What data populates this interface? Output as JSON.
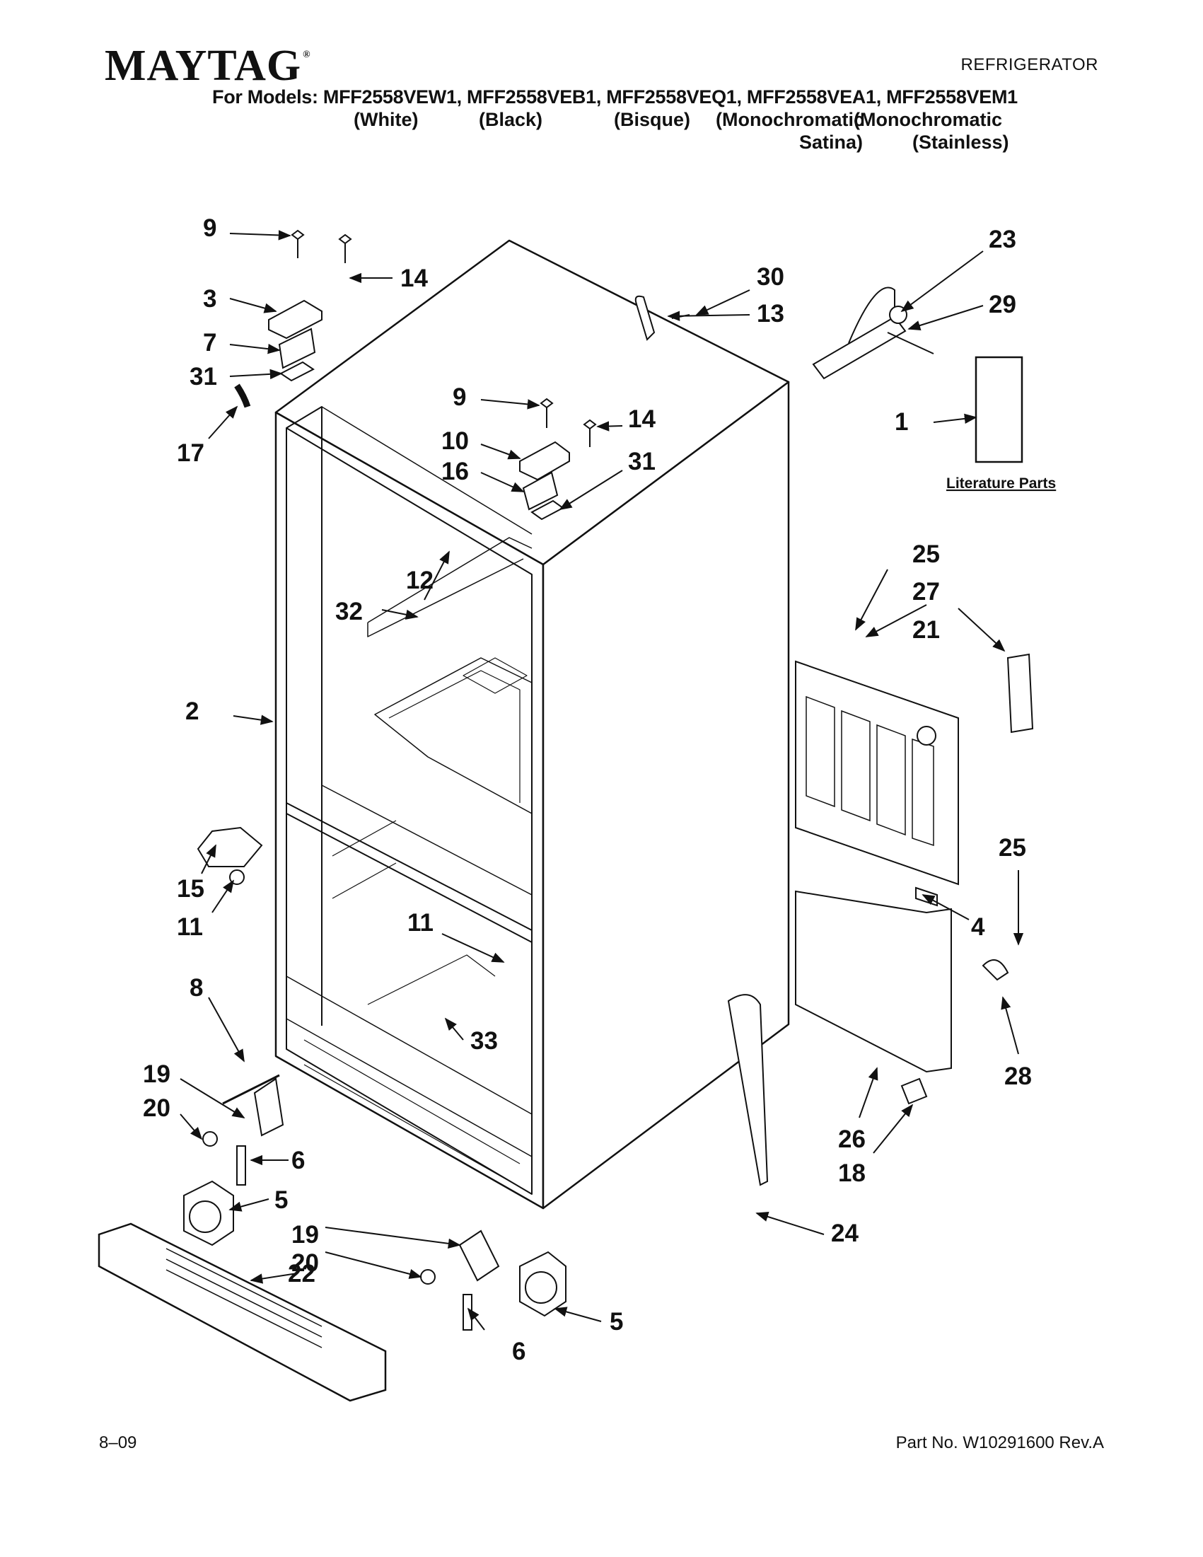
{
  "header": {
    "brand": "MAYTAG",
    "brand_mark": "®",
    "doc_type": "REFRIGERATOR",
    "models_line": "For Models: MFF2558VEW1, MFF2558VEB1, MFF2558VEQ1, MFF2558VEA1, MFF2558VEM1",
    "variants": {
      "white": "(White)",
      "black": "(Black)",
      "bisque": "(Bisque)",
      "mono_satina_1": "(Monochromatic",
      "mono_satina_2": "Satina)",
      "mono_stainless_1": "(Monochromatic",
      "mono_stainless_2": "(Stainless)"
    }
  },
  "diagram": {
    "callouts": {
      "c1": "1",
      "c2": "2",
      "c3": "3",
      "c4": "4",
      "c5a": "5",
      "c5b": "5",
      "c6a": "6",
      "c6b": "6",
      "c7": "7",
      "c8": "8",
      "c9a": "9",
      "c9b": "9",
      "c10": "10",
      "c11a": "11",
      "c11b": "11",
      "c12": "12",
      "c13": "13",
      "c14a": "14",
      "c14b": "14",
      "c15": "15",
      "c16": "16",
      "c17": "17",
      "c18": "18",
      "c19a": "19",
      "c19b": "19",
      "c20a": "20",
      "c20b": "20",
      "c21": "21",
      "c22": "22",
      "c23": "23",
      "c24": "24",
      "c25a": "25",
      "c25b": "25",
      "c26": "26",
      "c27": "27",
      "c28": "28",
      "c29": "29",
      "c30": "30",
      "c31a": "31",
      "c31b": "31",
      "c32": "32",
      "c33": "33"
    },
    "literature_label": "Literature Parts"
  },
  "footer": {
    "date": "8–09",
    "part_number": "Part No. W10291600 Rev.A"
  }
}
